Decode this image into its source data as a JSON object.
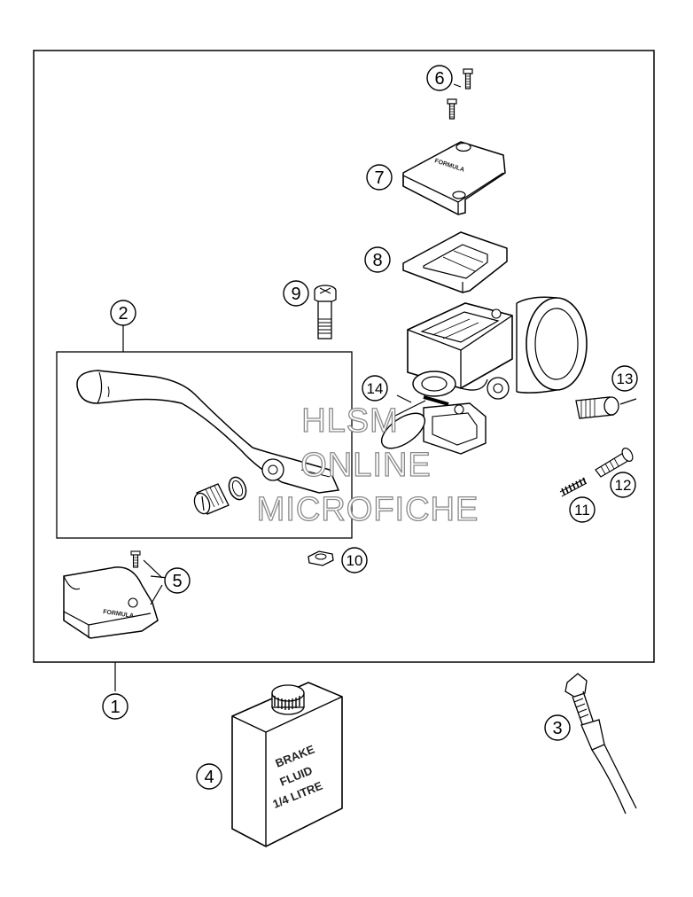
{
  "callouts": [
    {
      "id": "1",
      "label": "1"
    },
    {
      "id": "2",
      "label": "2"
    },
    {
      "id": "3",
      "label": "3"
    },
    {
      "id": "4",
      "label": "4"
    },
    {
      "id": "5",
      "label": "5"
    },
    {
      "id": "6",
      "label": "6"
    },
    {
      "id": "7",
      "label": "7"
    },
    {
      "id": "8",
      "label": "8"
    },
    {
      "id": "9",
      "label": "9"
    },
    {
      "id": "10",
      "label": "10"
    },
    {
      "id": "11",
      "label": "11"
    },
    {
      "id": "12",
      "label": "12"
    },
    {
      "id": "13",
      "label": "13"
    },
    {
      "id": "14",
      "label": "14"
    }
  ],
  "bottle_label": {
    "line1": "BRAKE",
    "line2": "FLUID",
    "line3": "1/4 LITRE"
  },
  "brand_marking": "FORMULA",
  "watermark": {
    "line1": "HLSM",
    "line2": "ONLINE",
    "line3": "MICROFICHE"
  }
}
